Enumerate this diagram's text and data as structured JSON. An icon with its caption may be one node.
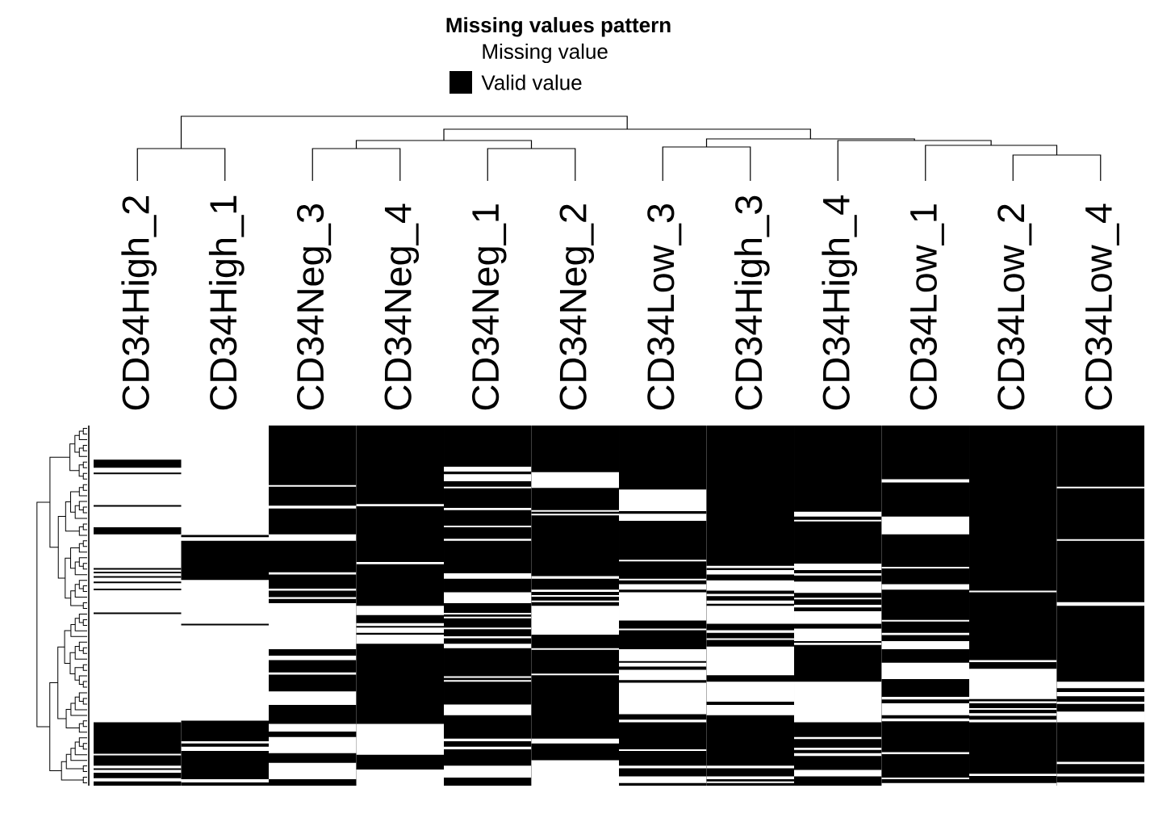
{
  "diagram": {
    "title": "Missing values pattern",
    "labels": [
      "CD34High_2",
      "CD34High_1",
      "CD34Neg_3",
      "CD34Neg_4",
      "CD34Neg_1",
      "CD34Neg_2",
      "CD34Low_3",
      "CD34High_3",
      "CD34High_4",
      "CD34Low_1",
      "CD34Low_2",
      "CD34Low_4"
    ],
    "legend": [
      {
        "text": "Missing value"
      },
      {
        "text": "Valid value",
        "color": "#000000"
      }
    ]
  }
}
